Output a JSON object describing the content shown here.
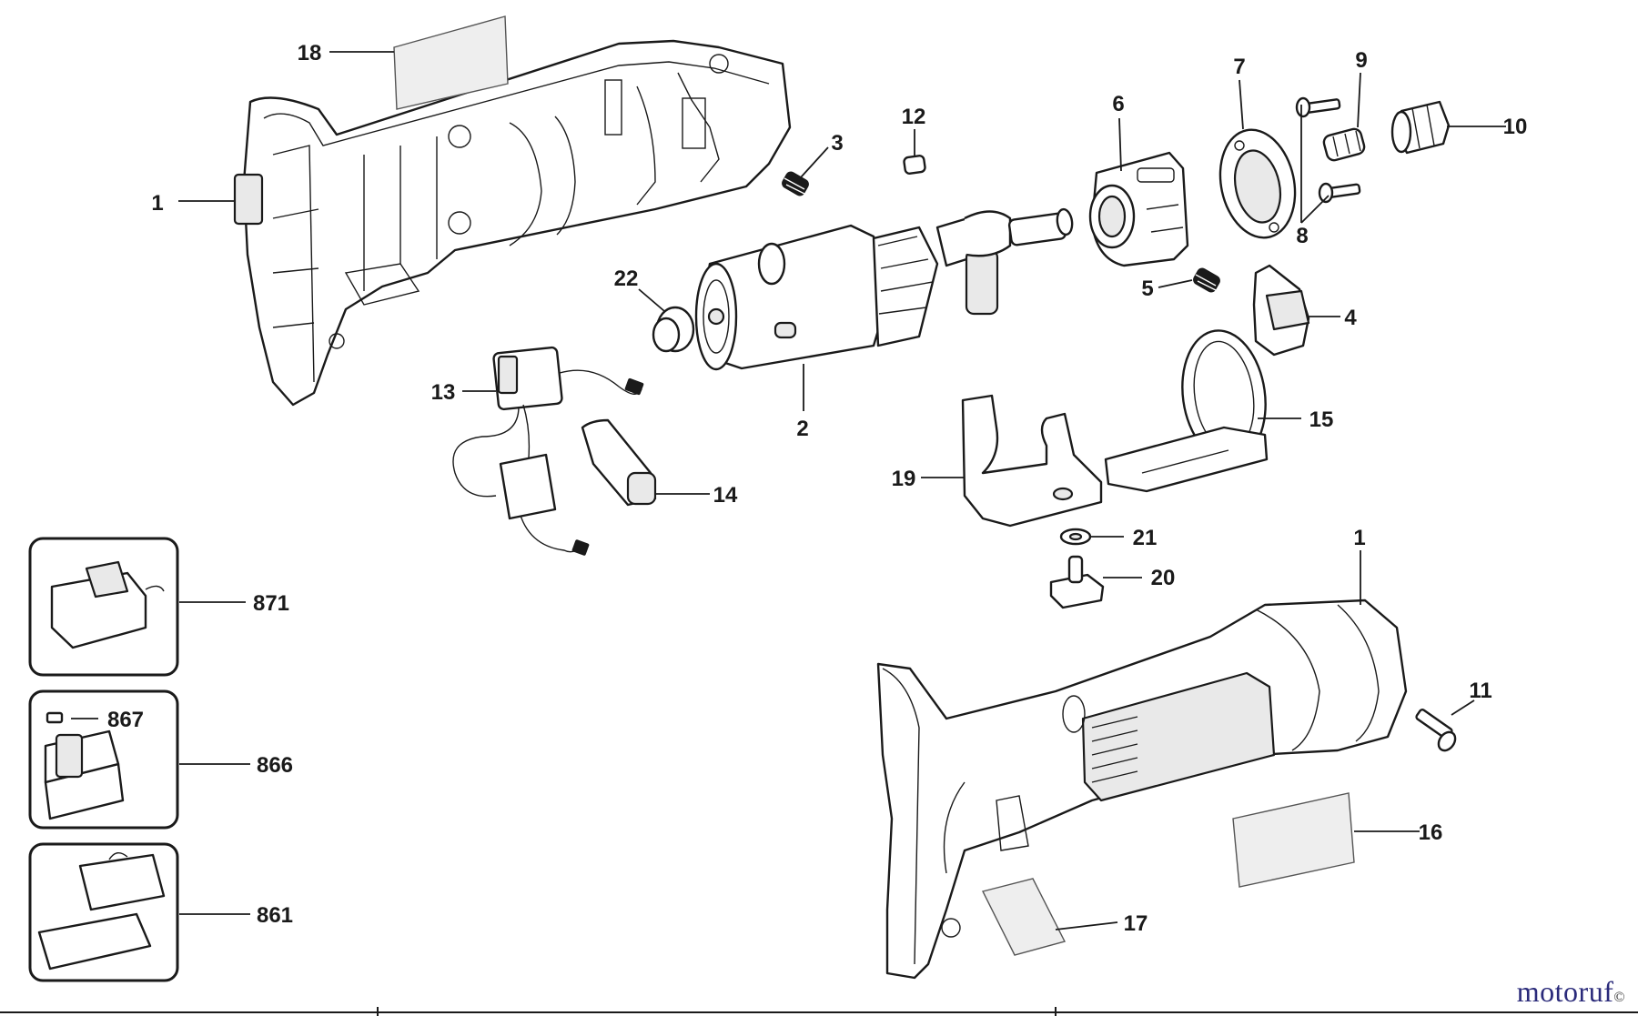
{
  "diagram": {
    "callouts": [
      {
        "id": "c1a",
        "label": "1"
      },
      {
        "id": "c18",
        "label": "18"
      },
      {
        "id": "c12",
        "label": "12"
      },
      {
        "id": "c3",
        "label": "3"
      },
      {
        "id": "c6",
        "label": "6"
      },
      {
        "id": "c7",
        "label": "7"
      },
      {
        "id": "c9",
        "label": "9"
      },
      {
        "id": "c10",
        "label": "10"
      },
      {
        "id": "c8",
        "label": "8"
      },
      {
        "id": "c22",
        "label": "22"
      },
      {
        "id": "c5",
        "label": "5"
      },
      {
        "id": "c4",
        "label": "4"
      },
      {
        "id": "c13",
        "label": "13"
      },
      {
        "id": "c2",
        "label": "2"
      },
      {
        "id": "c15",
        "label": "15"
      },
      {
        "id": "c14",
        "label": "14"
      },
      {
        "id": "c19",
        "label": "19"
      },
      {
        "id": "c21",
        "label": "21"
      },
      {
        "id": "c20",
        "label": "20"
      },
      {
        "id": "c1b",
        "label": "1"
      },
      {
        "id": "c871",
        "label": "871"
      },
      {
        "id": "c867",
        "label": "867"
      },
      {
        "id": "c866",
        "label": "866"
      },
      {
        "id": "c861",
        "label": "861"
      },
      {
        "id": "c11",
        "label": "11"
      },
      {
        "id": "c16",
        "label": "16"
      },
      {
        "id": "c17",
        "label": "17"
      }
    ]
  },
  "watermark": {
    "text": "motoruf",
    "suffix": "©"
  },
  "colors": {
    "ink": "#1a1a1a",
    "logo": "#2a2a7a"
  }
}
